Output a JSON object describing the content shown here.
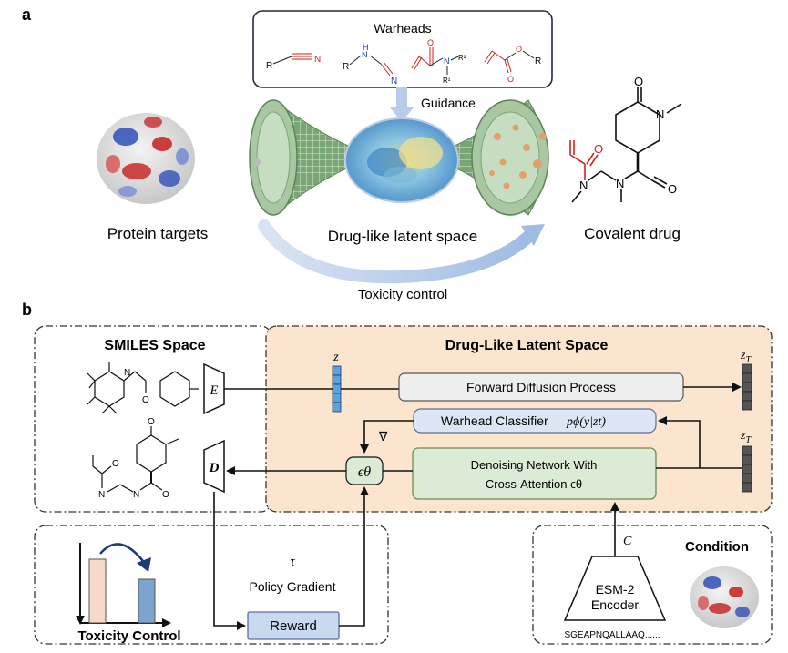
{
  "panel_a": {
    "label": "a",
    "warheads_title": "Warheads",
    "guidance": "Guidance",
    "protein_targets": "Protein targets",
    "latent_space": "Drug-like latent space",
    "covalent_drug": "Covalent drug",
    "toxicity_control": "Toxicity control",
    "chem_R": "R",
    "chem_N": "N",
    "chem_H": "H",
    "chem_O": "O",
    "chem_R1": "R¹",
    "chem_R2": "R²"
  },
  "panel_b": {
    "label": "b",
    "smiles_space": "SMILES Space",
    "latent_space": "Drug-Like Latent Space",
    "encoder_symbol": "E",
    "decoder_symbol": "D",
    "z_label": "z",
    "zT_label": "z",
    "zT_sub": "T",
    "forward_diffusion": "Forward Diffusion Process",
    "warhead_classifier": "Warhead Classifier",
    "classifier_formula": "pϕ(y|zt)",
    "nabla": "∇",
    "eps_theta": "ϵθ",
    "denoise_line1": "Denoising Network With",
    "denoise_line2": "Cross-Attention ϵθ",
    "tau": "τ",
    "policy_gradient": "Policy Gradient",
    "reward": "Reward",
    "toxicity_control": "Toxicity Control",
    "condition": "Condition",
    "c_label": "C",
    "esm_line1": "ESM-2",
    "esm_line2": "Encoder",
    "sequence": "SGEAPNQALLAAQ......"
  },
  "colors": {
    "latent_bg": "#fbe5cf",
    "denoise_fill": "#dcebd6",
    "denoise_stroke": "#6b8e5a",
    "classifier_fill": "#dde6f4",
    "classifier_stroke": "#5a6e9c",
    "forward_fill": "#eeeeee",
    "z_vector": "#5ba3dc",
    "zT_vector": "#555555",
    "warhead_red": "#cc2222",
    "reward_fill": "#c9daf0",
    "bar_pink": "#f7d9c8",
    "bar_blue": "#7da3cf",
    "cone_green": "#6e9a6a"
  }
}
